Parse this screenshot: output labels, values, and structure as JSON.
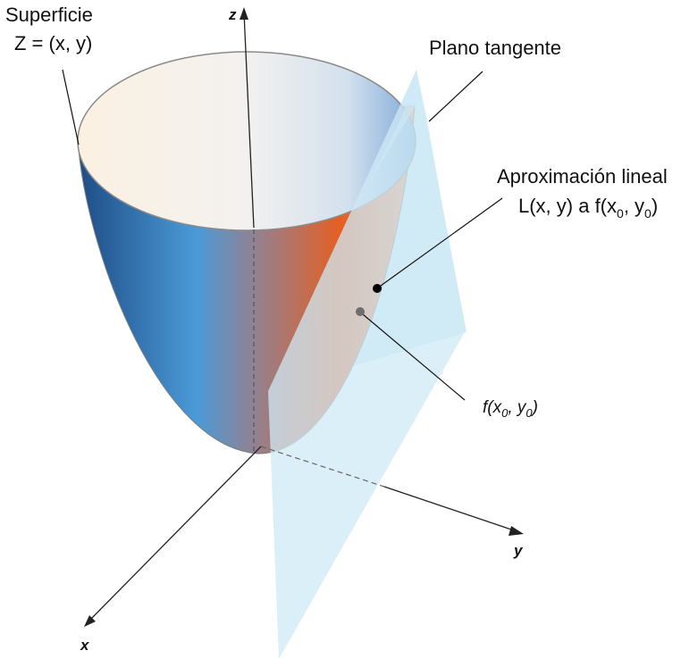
{
  "labels": {
    "surface_line1": "Superficie",
    "surface_line2": "Z = (x, y)",
    "tangent_plane": "Plano tangente",
    "linear_approx_line1": "Aproximación lineal",
    "linear_approx_line2_prefix": "L(x, y) a f(x",
    "linear_approx_sub0a": "0",
    "linear_approx_mid": ", y",
    "linear_approx_sub0b": "0",
    "linear_approx_suffix": ")",
    "point_prefix": "f(x",
    "point_sub0a": "0",
    "point_mid": ", y",
    "point_sub0b": "0",
    "point_suffix": ")"
  },
  "axes": {
    "x": "x",
    "y": "y",
    "z": "z"
  },
  "colors": {
    "plane": "#cfe9f6",
    "surface_blue": "#3f8fd2",
    "surface_orange": "#e8661f",
    "rim": "#8a8a8a",
    "point_black": "#000000",
    "point_gray": "#6e6e6e"
  }
}
